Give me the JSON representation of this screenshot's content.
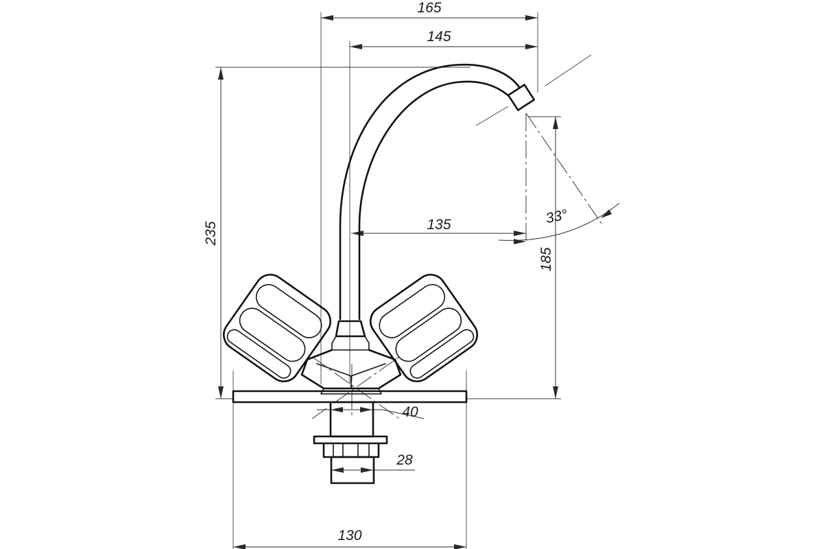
{
  "dimensions": {
    "overall_width": "165",
    "spout_reach": "145",
    "spout_projection": "135",
    "total_height": "235",
    "outlet_height": "185",
    "spray_angle": "33°",
    "body_diameter": "40",
    "thread_diameter": "28",
    "base_width": "130"
  }
}
